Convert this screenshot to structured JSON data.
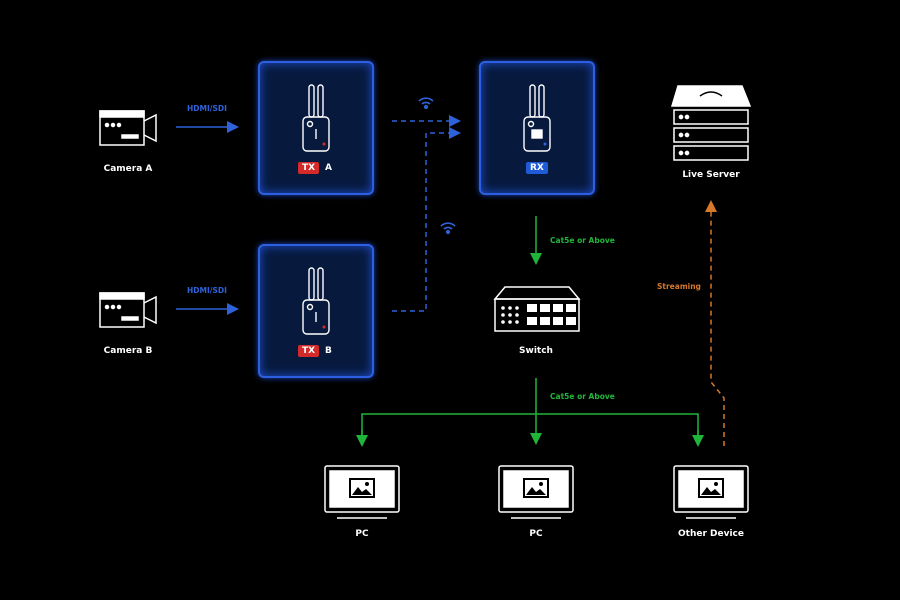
{
  "cameras": [
    {
      "label": "Camera A",
      "link": "HDMI/SDI"
    },
    {
      "label": "Camera B",
      "link": "HDMI/SDI"
    }
  ],
  "transmitters": [
    {
      "badge": "TX",
      "suffix": "A"
    },
    {
      "badge": "TX",
      "suffix": "B"
    }
  ],
  "receiver": {
    "badge": "RX"
  },
  "server": {
    "label": "Live Server"
  },
  "switch": {
    "label": "Switch"
  },
  "links": {
    "rx_to_switch": "Cat5e or Above",
    "switch_to_clients": "Cat5e or Above",
    "streaming": "Streaming"
  },
  "clients": [
    {
      "label": "PC"
    },
    {
      "label": "PC"
    },
    {
      "label": "Other Device"
    }
  ],
  "colors": {
    "accent_blue": "#2e5fe0",
    "tx_red": "#d42a2a",
    "rx_blue": "#1f5bd6",
    "ethernet_green": "#1fb53a",
    "streaming_orange": "#d6792b"
  }
}
